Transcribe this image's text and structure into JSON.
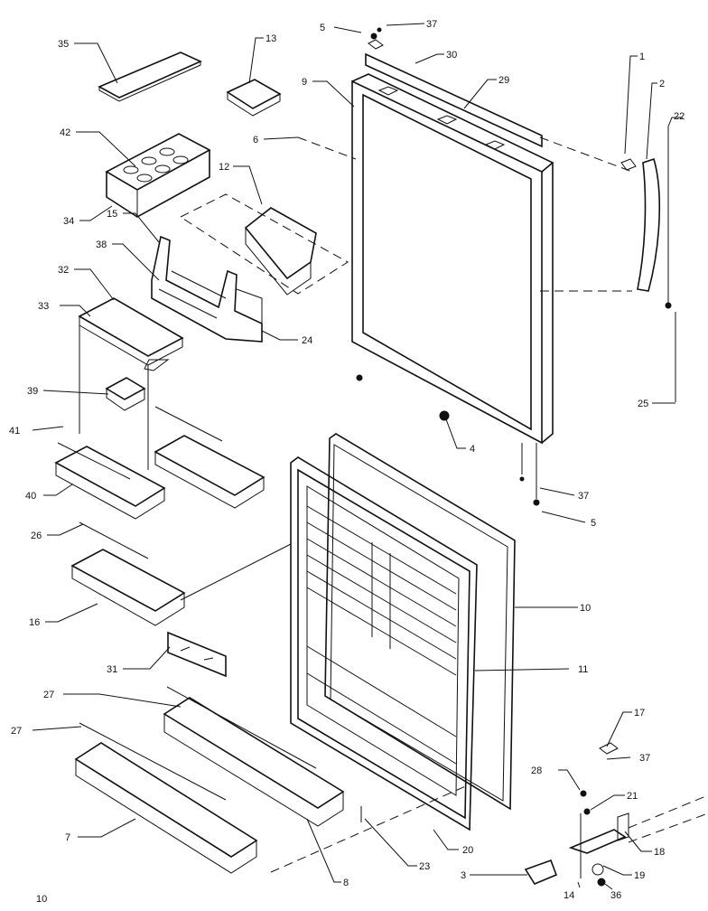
{
  "page_number": "10",
  "parts": {
    "p1": "1",
    "p2": "2",
    "p3": "3",
    "p4": "4",
    "p5a": "5",
    "p5b": "5",
    "p6": "6",
    "p7": "7",
    "p8": "8",
    "p9": "9",
    "p10": "10",
    "p11": "11",
    "p12": "12",
    "p13": "13",
    "p14": "14",
    "p15": "15",
    "p16": "16",
    "p17": "17",
    "p18": "18",
    "p19": "19",
    "p20": "20",
    "p21": "21",
    "p22": "22",
    "p23": "23",
    "p24": "24",
    "p25": "25",
    "p26": "26",
    "p27a": "27",
    "p27b": "27",
    "p28": "28",
    "p29": "29",
    "p30": "30",
    "p31": "31",
    "p32": "32",
    "p33": "33",
    "p34": "34",
    "p35": "35",
    "p36": "36",
    "p37a": "37",
    "p37b": "37",
    "p37c": "37",
    "p38": "38",
    "p39": "39",
    "p40": "40",
    "p41": "41",
    "p42": "42"
  }
}
